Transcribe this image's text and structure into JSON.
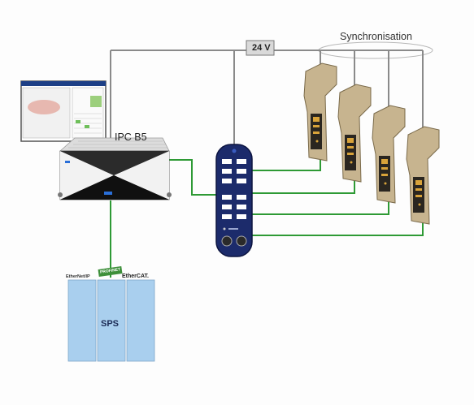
{
  "labels": {
    "synchronisation": "Synchronisation",
    "voltage": "24 V",
    "ipc": "IPC B5",
    "sps": "SPS",
    "ethernet_ip": "EtherNet/IP",
    "ethercat": "EtherCAT.",
    "profinet": "PROFINET"
  },
  "colors": {
    "network_cable": "#2e9a35",
    "power_cable": "#8a8a8a",
    "hub_body": "#1c2b6b",
    "sps_module": "#a9cfee",
    "drive_body": "#c7b48f"
  },
  "icons": {
    "monitor": "screen-icon",
    "ipc": "industrial-pc-icon",
    "hub": "io-hub-icon",
    "drives": "servo-drive-icon",
    "sps": "plc-icon"
  }
}
